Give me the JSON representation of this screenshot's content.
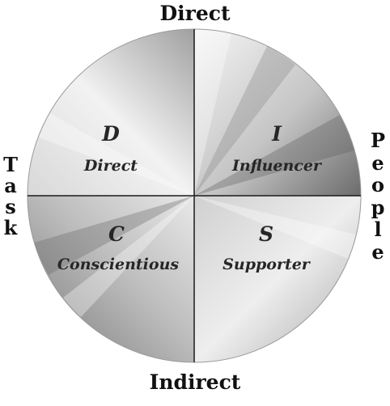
{
  "axes": {
    "top": "Direct",
    "bottom": "Indirect",
    "left": "Task",
    "right": "People"
  },
  "quadrants": {
    "top_left": {
      "letter": "D",
      "name": "Direct"
    },
    "top_right": {
      "letter": "I",
      "name": "Influencer"
    },
    "bottom_left": {
      "letter": "C",
      "name": "Conscientious"
    },
    "bottom_right": {
      "letter": "S",
      "name": "Supporter"
    }
  },
  "colors": {
    "light": "#f4f4f4",
    "dark": "#7a7a7a",
    "divider": "#1a1a1a",
    "text": "#262626"
  }
}
